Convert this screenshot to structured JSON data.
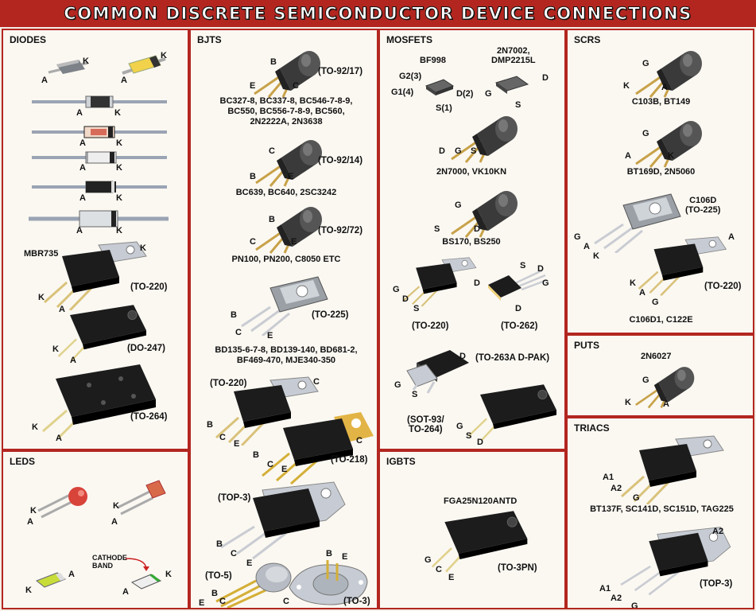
{
  "title": "COMMON DISCRETE SEMICONDUCTOR DEVICE CONNECTIONS",
  "panels": {
    "diodes": {
      "title": "DIODES"
    },
    "leds": {
      "title": "LEDS"
    },
    "bjts": {
      "title": "BJTS"
    },
    "mosfets": {
      "title": "MOSFETS"
    },
    "igbts": {
      "title": "IGBTS"
    },
    "scrs": {
      "title": "SCRS"
    },
    "puts": {
      "title": "PUTS"
    },
    "triacs": {
      "title": "TRIACS"
    }
  },
  "pins": {
    "A": "A",
    "K": "K",
    "B": "B",
    "C": "C",
    "E": "E",
    "G": "G",
    "D": "D",
    "S": "S",
    "A1": "A1",
    "A2": "A2",
    "G2": "G2(3)",
    "G1": "G1(4)",
    "D2": "D(2)",
    "S1": "S(1)"
  },
  "diodes": {
    "mbr735": "MBR735",
    "to220": "(TO-220)",
    "do247": "(DO-247)",
    "to264": "(TO-264)"
  },
  "leds": {
    "cathode_band": "CATHODE\nBAND"
  },
  "bjts": {
    "to92_17": "(TO-92/17)",
    "parts1": "BC327-8, BC337-8, BC546-7-8-9,\nBC550, BC556-7-8-9, BC560,\n2N2222A, 2N3638",
    "to92_14": "(TO-92/14)",
    "parts2": "BC639, BC640, 2SC3242",
    "to92_72": "(TO-92/72)",
    "parts3": "PN100, PN200, C8050 ETC",
    "to225": "(TO-225)",
    "parts4": "BD135-6-7-8, BD139-140, BD681-2,\nBF469-470, MJE340-350",
    "to220": "(TO-220)",
    "to218": "(TO-218)",
    "top3": "(TOP-3)",
    "to5": "(TO-5)",
    "to3": "(TO-3)"
  },
  "mosfets": {
    "bf998": "BF998",
    "dmp": "2N7002,\nDMP2215L",
    "parts1": "2N7000, VK10KN",
    "parts2": "BS170, BS250",
    "to220": "(TO-220)",
    "to262": "(TO-262)",
    "to263": "(TO-263A D-PAK)",
    "sot93": "(SOT-93/\nTO-264)"
  },
  "igbts": {
    "part": "FGA25N120ANTD",
    "pkg": "(TO-3PN)"
  },
  "scrs": {
    "parts1": "C103B, BT149",
    "parts2": "BT169D, 2N5060",
    "c106d": "C106D\n(TO-225)",
    "to220": "(TO-220)",
    "parts3": "C106D1, C122E"
  },
  "puts": {
    "part": "2N6027"
  },
  "triacs": {
    "parts1": "BT137F, SC141D, SC151D, TAG225",
    "top3": "(TOP-3)"
  }
}
